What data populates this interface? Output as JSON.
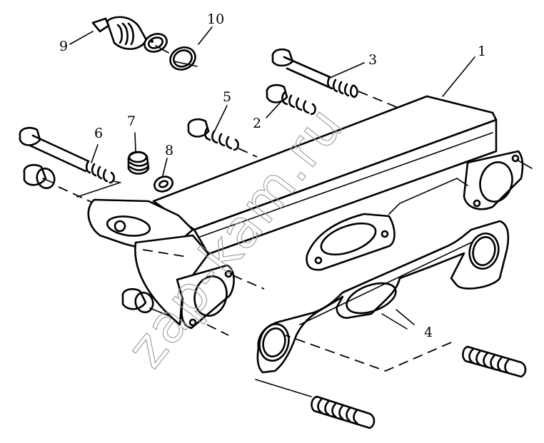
{
  "diagram": {
    "type": "exploded-parts-diagram",
    "subject": "exhaust manifold assembly",
    "line_color": "#000000",
    "background": "#ffffff",
    "watermark": {
      "text": "zap-kam.ru",
      "color": "#9a9a9a"
    },
    "callouts": [
      {
        "number": "1",
        "part": "exhaust manifold"
      },
      {
        "number": "2",
        "part": "short flange bolt"
      },
      {
        "number": "3",
        "part": "long flange bolt"
      },
      {
        "number": "4",
        "part": "manifold gasket"
      },
      {
        "number": "5",
        "part": "flange bolt"
      },
      {
        "number": "6",
        "part": "long bolt"
      },
      {
        "number": "7",
        "part": "plug"
      },
      {
        "number": "8",
        "part": "sealing washer"
      },
      {
        "number": "9",
        "part": "sensor"
      },
      {
        "number": "10",
        "part": "sealing ring"
      }
    ]
  }
}
